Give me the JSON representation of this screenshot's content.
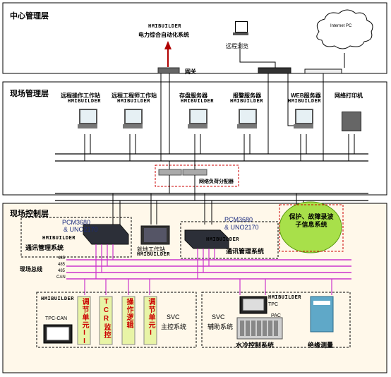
{
  "layers": {
    "center": "中心管理层",
    "site_mgmt": "现场管理层",
    "site_ctrl": "现场控制层"
  },
  "center": {
    "brand": "HMIBUILDER",
    "system": "电力综合自动化系统",
    "remote": "远程浏览",
    "internet": "Internet PC",
    "gateway": "网关"
  },
  "stations": [
    {
      "title": "远程操作工作站",
      "brand": "HMIBUILDER"
    },
    {
      "title": "远程工程师工作站",
      "brand": "HMIBUILDER"
    },
    {
      "title": "存盘服务器",
      "brand": "HMIBUILDER"
    },
    {
      "title": "报警服务器",
      "brand": "HMIBUILDER"
    },
    {
      "title": "WEB服务器",
      "brand": "HMIBUILDER"
    }
  ],
  "printer": "网络打印机",
  "load_balancer": "网络负荷分配器",
  "ctrl": {
    "pcm_left_model": "PCM3680",
    "pcm_left_model2": "& UNO2170",
    "pcm_left_brand": "HMIBUILDER",
    "pcm_left_sys": "通讯管理系统",
    "local_ws": "就地工作站",
    "local_ws_brand": "HMIBUILDER",
    "pcm_right_model": "PCM3680",
    "pcm_right_model2": "& UNO2170",
    "pcm_right_brand": "HMIBUILDER",
    "pcm_right_sys": "通讯管理系统",
    "protect": "保护、故障录波子信息系统",
    "bus_label": "现场总线",
    "bus_lines": [
      "485",
      "485",
      "485",
      "CAN"
    ]
  },
  "svc_main": {
    "brand": "HMIBUILDER",
    "tpc": "TPC-CAN",
    "units": [
      "调节单元II",
      "TCR监控",
      "操作逻辑",
      "调节单元I"
    ],
    "label1": "SVC",
    "label2": "主控系统"
  },
  "svc_aux": {
    "label1": "SVC",
    "label2": "辅助系统",
    "brand": "HMIBUILDER",
    "tpc": "TPC",
    "pac": "PAC",
    "water": "水冷控制系统",
    "insulation": "绝缘测量"
  }
}
